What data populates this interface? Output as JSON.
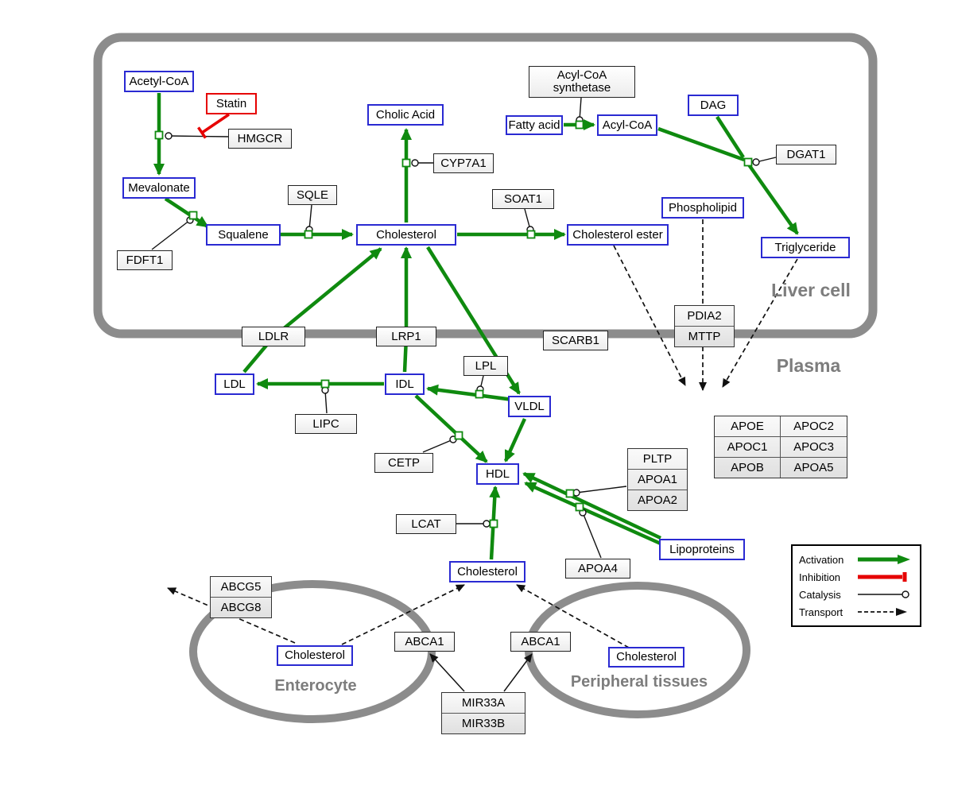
{
  "compartments": {
    "liver": "Liver cell",
    "plasma": "Plasma",
    "enterocyte": "Enterocyte",
    "peripheral": "Peripheral tissues"
  },
  "nodes": {
    "acetyl_coa": "Acetyl-CoA",
    "statin": "Statin",
    "hmgcr": "HMGCR",
    "mevalonate": "Mevalonate",
    "fdft1": "FDFT1",
    "squalene": "Squalene",
    "sqle": "SQLE",
    "cholic_acid": "Cholic Acid",
    "cyp7a1": "CYP7A1",
    "cholesterol_liver": "Cholesterol",
    "soat1": "SOAT1",
    "cholesterol_ester": "Cholesterol ester",
    "acyl_coa_synthetase": "Acyl-CoA synthetase",
    "fatty_acid": "Fatty acid",
    "acyl_coa": "Acyl-CoA",
    "dag": "DAG",
    "dgat1": "DGAT1",
    "phospholipid": "Phospholipid",
    "triglyceride": "Triglyceride",
    "ldlr": "LDLR",
    "lrp1": "LRP1",
    "scarb1": "SCARB1",
    "pdia2": "PDIA2",
    "mttp": "MTTP",
    "ldl": "LDL",
    "lipc": "LIPC",
    "idl": "IDL",
    "lpl": "LPL",
    "vldl": "VLDL",
    "cetp": "CETP",
    "hdl": "HDL",
    "lcat": "LCAT",
    "pltp": "PLTP",
    "apoa1": "APOA1",
    "apoa2": "APOA2",
    "apoa4": "APOA4",
    "lipoproteins": "Lipoproteins",
    "cholesterol_plasma": "Cholesterol",
    "apoe": "APOE",
    "apoc2": "APOC2",
    "apoc1": "APOC1",
    "apoc3": "APOC3",
    "apob": "APOB",
    "apoa5": "APOA5",
    "abcg5": "ABCG5",
    "abcg8": "ABCG8",
    "cholesterol_enterocyte": "Cholesterol",
    "abca1_enterocyte": "ABCA1",
    "abca1_peripheral": "ABCA1",
    "cholesterol_peripheral": "Cholesterol",
    "mir33a": "MIR33A",
    "mir33b": "MIR33B"
  },
  "legend": {
    "activation": "Activation",
    "inhibition": "Inhibition",
    "catalysis": "Catalysis",
    "transport": "Transport"
  },
  "colors": {
    "activation_green": "#0f8a0f",
    "inhibition_red": "#e60000",
    "metabolite_blue": "#2a2ad2",
    "membrane_gray": "#8c8c8c"
  }
}
